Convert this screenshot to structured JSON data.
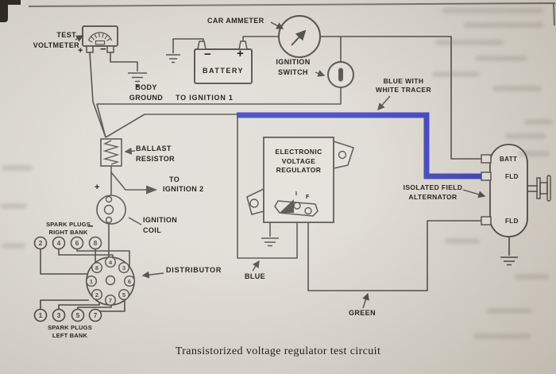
{
  "page": {
    "caption": "Transistorized voltage regulator test circuit"
  },
  "colors": {
    "blue_wire": "#1a1cb0",
    "ink": "#2b2822",
    "paper": "#d8d4cb"
  },
  "labels": {
    "test_voltmeter": {
      "line1": "TEST",
      "line2": "VOLTMETER"
    },
    "voltmeter_plus": "+",
    "voltmeter_minus": "−",
    "car_ammeter": "CAR AMMETER",
    "battery": "BATTERY",
    "battery_minus": "−",
    "battery_plus": "+",
    "ignition_switch": {
      "line1": "IGNITION",
      "line2": "SWITCH"
    },
    "body_ground": {
      "line1": "BODY",
      "line2": "GROUND"
    },
    "to_ignition_1": "TO IGNITION 1",
    "blue_tracer": {
      "line1": "BLUE WITH",
      "line2": "WHITE TRACER"
    },
    "ballast": {
      "line1": "BALLAST",
      "line2": "RESISTOR"
    },
    "to_ignition_2": {
      "line1": "TO",
      "line2": "IGNITION 2"
    },
    "coil": {
      "line1": "IGNITION",
      "line2": "COIL"
    },
    "coil_plus": "+",
    "coil_minus": "−",
    "plugs_right": {
      "line1": "SPARK PLUGS",
      "line2": "RIGHT BANK"
    },
    "plugs_left": {
      "line1": "SPARK PLUGS",
      "line2": "LEFT BANK"
    },
    "distributor": "DISTRIBUTOR",
    "regulator": {
      "line1": "ELECTRONIC",
      "line2": "VOLTAGE",
      "line3": "REGULATOR"
    },
    "pin_i": "I",
    "pin_f": "F",
    "alternator": {
      "line1": "ISOLATED FIELD",
      "line2": "ALTERNATOR"
    },
    "batt": "BATT",
    "fld_upper": "FLD",
    "fld_lower": "FLD",
    "blue": "BLUE",
    "green": "GREEN"
  },
  "distributor": {
    "terminals": [
      "4",
      "3",
      "6",
      "5",
      "7",
      "2",
      "1",
      "8"
    ]
  },
  "spark_plugs": {
    "right_bank": [
      "2",
      "4",
      "6",
      "8"
    ],
    "left_bank": [
      "1",
      "3",
      "5",
      "7"
    ]
  }
}
